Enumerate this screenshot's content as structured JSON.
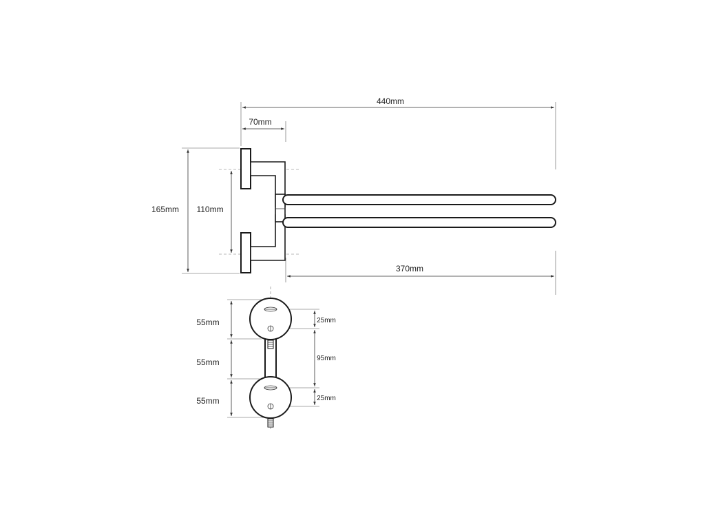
{
  "dimensions": {
    "total_length": "440mm",
    "base_depth": "70mm",
    "total_height": "165mm",
    "mount_spacing": "110mm",
    "arm_length": "370mm",
    "front_top": "55mm",
    "front_middle": "55mm",
    "front_bottom": "55mm",
    "hole_top": "25mm",
    "hole_spacing": "95mm",
    "hole_bottom": "25mm"
  },
  "colors": {
    "outline": "#1a1a1a",
    "dimension_line": "#333333",
    "background": "#ffffff"
  }
}
